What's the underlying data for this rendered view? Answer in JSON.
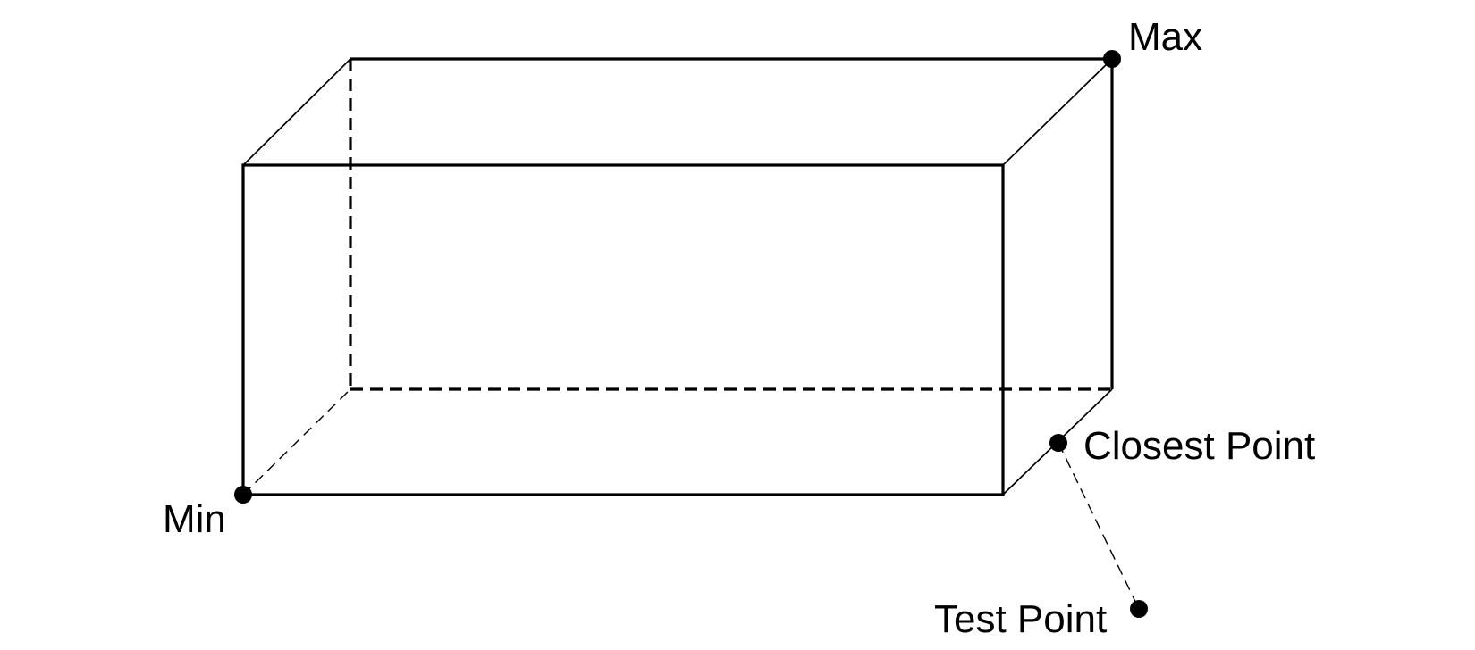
{
  "labels": {
    "max": "Max",
    "min": "Min",
    "closest_point": "Closest Point",
    "test_point": "Test Point"
  },
  "colors": {
    "line": "#000000",
    "background": "#ffffff"
  }
}
